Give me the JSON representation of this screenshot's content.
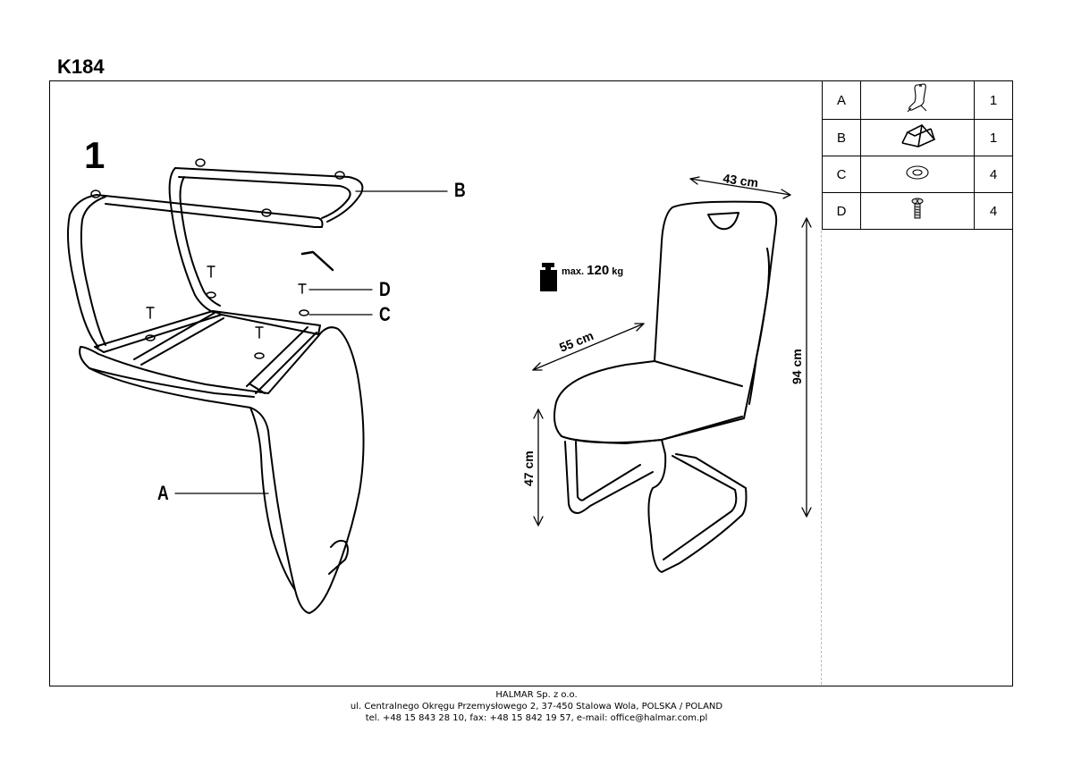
{
  "title": "K184",
  "step_number": "1",
  "callouts": {
    "a": "A",
    "b": "B",
    "c": "C",
    "d": "D"
  },
  "parts_table": [
    {
      "label": "A",
      "icon": "chair-shell-icon",
      "qty": "1"
    },
    {
      "label": "B",
      "icon": "cantilever-frame-icon",
      "qty": "1"
    },
    {
      "label": "C",
      "icon": "washer-icon",
      "qty": "4"
    },
    {
      "label": "D",
      "icon": "bolt-icon",
      "qty": "4"
    }
  ],
  "dimensions": {
    "width": "43 cm",
    "depth": "55 cm",
    "seat_height": "47 cm",
    "total_height": "94 cm"
  },
  "max_load": {
    "prefix": "max.",
    "value": "120",
    "unit": "kg"
  },
  "footer": {
    "company": "HALMAR Sp. z o.o.",
    "address": "ul. Centralnego Okręgu Przemysłowego 2, 37-450 Stalowa Wola, POLSKA / POLAND",
    "contact": "tel. +48 15 843 28 10, fax: +48 15 842 19 57, e-mail: office@halmar.com.pl"
  }
}
